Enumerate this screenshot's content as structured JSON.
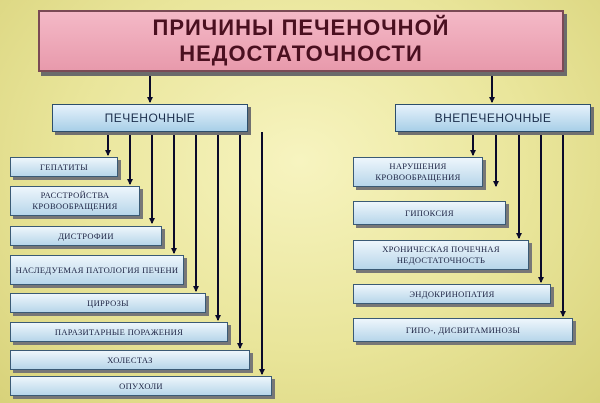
{
  "title": {
    "line1": "ПРИЧИНЫ  ПЕЧЕНОЧНОЙ",
    "line2": "НЕДОСТАТОЧНОСТИ"
  },
  "left": {
    "label": "ПЕЧЕНОЧНЫЕ",
    "items": [
      "ГЕПАТИТЫ",
      "РАССТРОЙСТВА КРОВООБРАЩЕНИЯ",
      "ДИСТРОФИИ",
      "НАСЛЕДУЕМАЯ ПАТОЛОГИЯ ПЕЧЕНИ",
      "ЦИРРОЗЫ",
      "ПАРАЗИТАРНЫЕ  ПОРАЖЕНИЯ",
      "ХОЛЕСТАЗ",
      "ОПУХОЛИ"
    ]
  },
  "right": {
    "label": "ВНЕПЕЧЕНОЧНЫЕ",
    "items": [
      "НАРУШЕНИЯ КРОВООБРАЩЕНИЯ",
      "ГИПОКСИЯ",
      "ХРОНИЧЕСКАЯ ПОЧЕЧНАЯ НЕДОСТАТОЧНОСТЬ",
      "ЭНДОКРИНОПАТИЯ",
      "ГИПО-,  ДИСВИТАМИНОЗЫ"
    ]
  }
}
